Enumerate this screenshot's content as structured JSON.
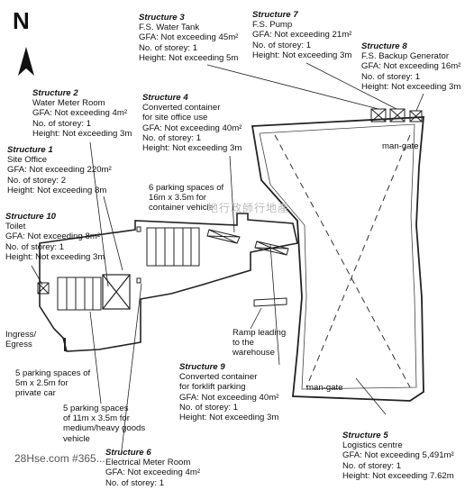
{
  "north": "N",
  "structures": [
    {
      "id": "s3",
      "title": "Structure 3",
      "lines": [
        "F.S. Water Tank",
        "GFA: Not exceeding 45m²",
        "No. of storey: 1",
        "Height: Not exceeding 5m"
      ]
    },
    {
      "id": "s7",
      "title": "Structure 7",
      "lines": [
        "F.S. Pump",
        "GFA: Not exceeding 21m²",
        "No. of storey: 1",
        "Height: Not exceeding 3m"
      ]
    },
    {
      "id": "s8",
      "title": "Structure 8",
      "lines": [
        "F.S. Backup Generator",
        "GFA: Not exceeding 16m²",
        "No. of storey: 1",
        "Height: Not exceeding 3m"
      ]
    },
    {
      "id": "s2",
      "title": "Structure 2",
      "lines": [
        "Water Meter Room",
        "GFA: Not exceeding 4m²",
        "No. of storey: 1",
        "Height: Not exceeding 3m"
      ]
    },
    {
      "id": "s4",
      "title": "Structure 4",
      "lines": [
        "Converted container",
        "for site office use",
        "GFA: Not exceeding 40m²",
        "No. of storey: 1",
        "Height: Not exceeding 3m"
      ]
    },
    {
      "id": "s1",
      "title": "Structure 1",
      "lines": [
        "Site Office",
        "GFA: Not exceeding 220m²",
        "No. of storey: 2",
        "Height: Not exceeding 8m"
      ]
    },
    {
      "id": "s10",
      "title": "Structure 10",
      "lines": [
        "Toilet",
        "GFA: Not exceeding 8m²",
        "No. of storey: 1",
        "Height: Not exceeding 3m"
      ]
    },
    {
      "id": "s9",
      "title": "Structure 9",
      "lines": [
        "Converted container",
        "for forklift parking",
        "GFA: Not exceeding 40m²",
        "No. of storey: 1",
        "Height: Not exceeding 3m"
      ]
    },
    {
      "id": "s5",
      "title": "Structure 5",
      "lines": [
        "Logistics centre",
        "GFA: Not exceeding 5,491m²",
        "No. of storey: 1",
        "Height: Not exceeding 7.62m"
      ]
    },
    {
      "id": "s6",
      "title": "Structure 6",
      "lines": [
        "Electrical Meter Room",
        "GFA: Not exceeding 4m²",
        "No. of storey: 1"
      ]
    }
  ],
  "notes": {
    "parking_16m": [
      "6 parking spaces of",
      "16m x 3.5m for",
      "container vehicle"
    ],
    "ingress": [
      "Ingress/",
      "Egress"
    ],
    "parking_5m": [
      "5 parking spaces of",
      "5m x 2.5m for",
      "private car"
    ],
    "parking_11m": [
      "5 parking spaces",
      "of 11m x 3.5m for",
      "medium/heavy goods",
      "vehicle"
    ],
    "ramp": [
      "Ramp leading",
      "to the",
      "warehouse"
    ],
    "mangate_top": "man-gate",
    "mangate_bottom": "man-gate"
  },
  "watermark": "28Hse.com #365...",
  "watermark_cn": "地行政師行地產"
}
